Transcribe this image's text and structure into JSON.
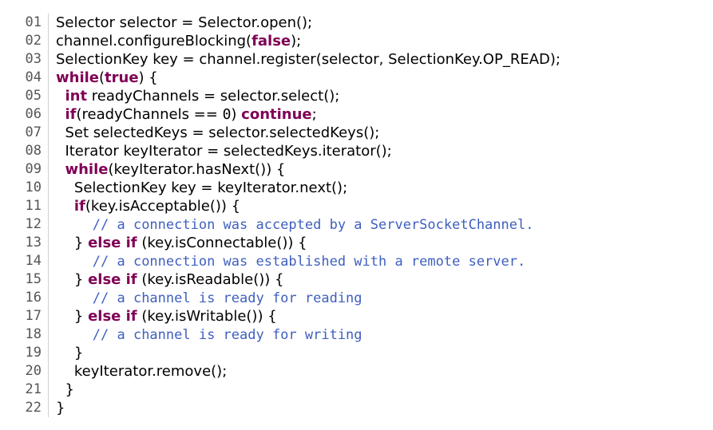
{
  "code": {
    "lines": [
      {
        "number": "01",
        "tokens": [
          {
            "t": "plain",
            "v": "Selector selector = Selector.open();"
          }
        ]
      },
      {
        "number": "02",
        "tokens": [
          {
            "t": "plain",
            "v": "channel.configureBlocking("
          },
          {
            "t": "kw",
            "v": "false"
          },
          {
            "t": "plain",
            "v": ");"
          }
        ]
      },
      {
        "number": "03",
        "tokens": [
          {
            "t": "plain",
            "v": "SelectionKey key = channel.register(selector, SelectionKey.OP_READ);"
          }
        ]
      },
      {
        "number": "04",
        "tokens": [
          {
            "t": "kw",
            "v": "while"
          },
          {
            "t": "plain",
            "v": "("
          },
          {
            "t": "kw",
            "v": "true"
          },
          {
            "t": "plain",
            "v": ") {"
          }
        ]
      },
      {
        "number": "05",
        "tokens": [
          {
            "t": "plain",
            "v": "  "
          },
          {
            "t": "kw",
            "v": "int"
          },
          {
            "t": "plain",
            "v": " readyChannels = selector.select();"
          }
        ]
      },
      {
        "number": "06",
        "tokens": [
          {
            "t": "plain",
            "v": "  "
          },
          {
            "t": "kw",
            "v": "if"
          },
          {
            "t": "plain",
            "v": "(readyChannels == "
          },
          {
            "t": "num",
            "v": "0"
          },
          {
            "t": "plain",
            "v": ") "
          },
          {
            "t": "kw",
            "v": "continue"
          },
          {
            "t": "plain",
            "v": ";"
          }
        ]
      },
      {
        "number": "07",
        "tokens": [
          {
            "t": "plain",
            "v": "  Set selectedKeys = selector.selectedKeys();"
          }
        ]
      },
      {
        "number": "08",
        "tokens": [
          {
            "t": "plain",
            "v": "  Iterator keyIterator = selectedKeys.iterator();"
          }
        ]
      },
      {
        "number": "09",
        "tokens": [
          {
            "t": "plain",
            "v": "  "
          },
          {
            "t": "kw",
            "v": "while"
          },
          {
            "t": "plain",
            "v": "(keyIterator.hasNext()) {"
          }
        ]
      },
      {
        "number": "10",
        "tokens": [
          {
            "t": "plain",
            "v": "    SelectionKey key = keyIterator.next();"
          }
        ]
      },
      {
        "number": "11",
        "tokens": [
          {
            "t": "plain",
            "v": "    "
          },
          {
            "t": "kw",
            "v": "if"
          },
          {
            "t": "plain",
            "v": "(key.isAcceptable()) {"
          }
        ]
      },
      {
        "number": "12",
        "tokens": [
          {
            "t": "plain",
            "v": "        "
          },
          {
            "t": "comment",
            "v": "// a connection was accepted by a ServerSocketChannel."
          }
        ]
      },
      {
        "number": "13",
        "tokens": [
          {
            "t": "plain",
            "v": "    } "
          },
          {
            "t": "kw",
            "v": "else if"
          },
          {
            "t": "plain",
            "v": " (key.isConnectable()) {"
          }
        ]
      },
      {
        "number": "14",
        "tokens": [
          {
            "t": "plain",
            "v": "        "
          },
          {
            "t": "comment",
            "v": "// a connection was established with a remote server."
          }
        ]
      },
      {
        "number": "15",
        "tokens": [
          {
            "t": "plain",
            "v": "    } "
          },
          {
            "t": "kw",
            "v": "else if"
          },
          {
            "t": "plain",
            "v": " (key.isReadable()) {"
          }
        ]
      },
      {
        "number": "16",
        "tokens": [
          {
            "t": "plain",
            "v": "        "
          },
          {
            "t": "comment",
            "v": "// a channel is ready for reading"
          }
        ]
      },
      {
        "number": "17",
        "tokens": [
          {
            "t": "plain",
            "v": "    } "
          },
          {
            "t": "kw",
            "v": "else if"
          },
          {
            "t": "plain",
            "v": " (key.isWritable()) {"
          }
        ]
      },
      {
        "number": "18",
        "tokens": [
          {
            "t": "plain",
            "v": "        "
          },
          {
            "t": "comment",
            "v": "// a channel is ready for writing"
          }
        ]
      },
      {
        "number": "19",
        "tokens": [
          {
            "t": "plain",
            "v": "    }"
          }
        ]
      },
      {
        "number": "20",
        "tokens": [
          {
            "t": "plain",
            "v": "    keyIterator.remove();"
          }
        ]
      },
      {
        "number": "21",
        "tokens": [
          {
            "t": "plain",
            "v": "  }"
          }
        ]
      },
      {
        "number": "22",
        "tokens": [
          {
            "t": "plain",
            "v": "}"
          }
        ]
      }
    ]
  },
  "colors": {
    "keyword": "#7f0055",
    "comment": "#3f5fbf",
    "text": "#000000",
    "line_number": "#555555",
    "background": "#ffffff"
  }
}
